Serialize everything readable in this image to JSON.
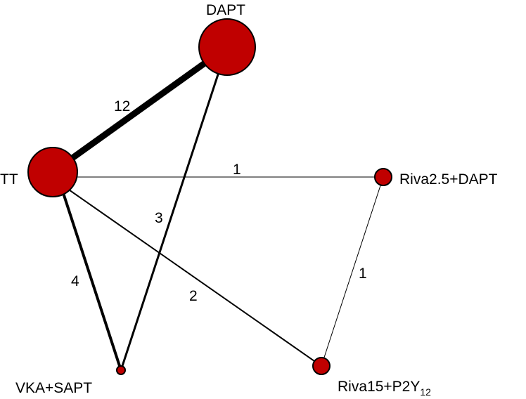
{
  "diagram": {
    "type": "network",
    "node_color": "#c00000",
    "edge_color": "#000000",
    "nodes": [
      {
        "id": "DAPT",
        "label": "DAPT"
      },
      {
        "id": "TT",
        "label": "TT"
      },
      {
        "id": "Riva25",
        "label": "Riva2.5+DAPT"
      },
      {
        "id": "VKA",
        "label": "VKA+SAPT"
      },
      {
        "id": "Riva15",
        "label": "Riva15+P2Y",
        "label_sub": "12"
      }
    ],
    "edges": [
      {
        "from": "TT",
        "to": "DAPT",
        "label": "12",
        "weight": 12
      },
      {
        "from": "DAPT",
        "to": "VKA",
        "label": "3",
        "weight": 3
      },
      {
        "from": "TT",
        "to": "Riva25",
        "label": "1",
        "weight": 1
      },
      {
        "from": "TT",
        "to": "VKA",
        "label": "4",
        "weight": 4
      },
      {
        "from": "TT",
        "to": "Riva15",
        "label": "2",
        "weight": 2
      },
      {
        "from": "Riva25",
        "to": "Riva15",
        "label": "1",
        "weight": 1
      }
    ]
  }
}
